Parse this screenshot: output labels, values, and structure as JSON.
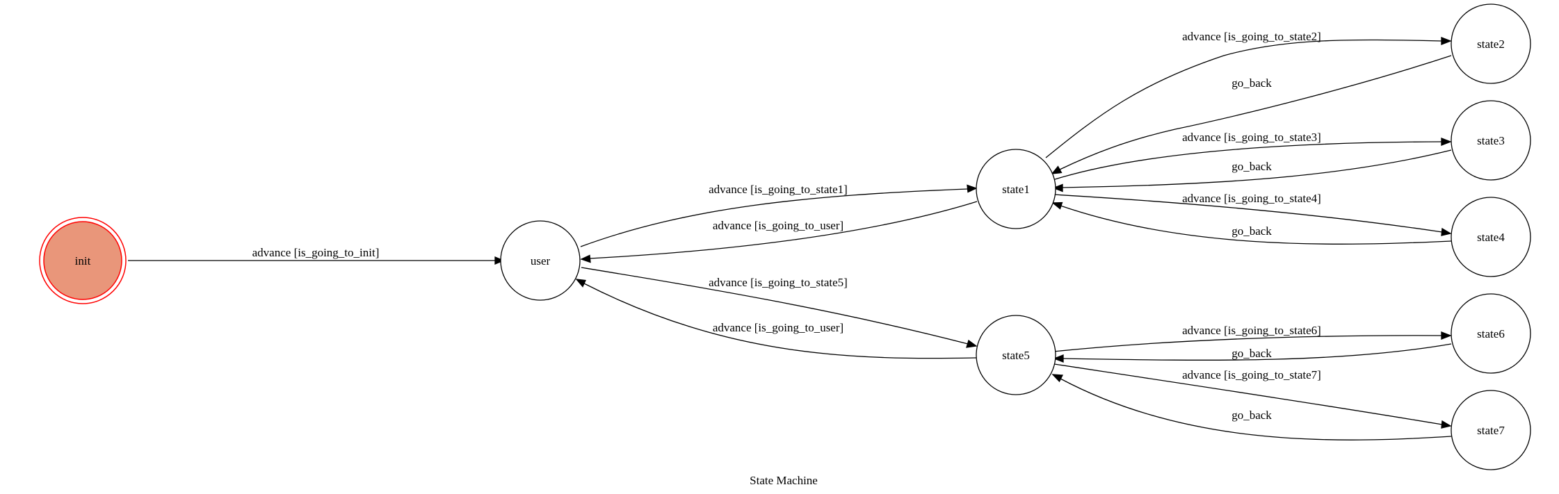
{
  "diagram": {
    "title": "State Machine",
    "colors": {
      "initial_fill": "#e9967a",
      "initial_stroke": "#ff0000",
      "node_stroke": "#000000",
      "edge": "#000000"
    },
    "nodes": {
      "init": "init",
      "user": "user",
      "state1": "state1",
      "state2": "state2",
      "state3": "state3",
      "state4": "state4",
      "state5": "state5",
      "state6": "state6",
      "state7": "state7"
    },
    "edges": {
      "init_user": "advance [is_going_to_init]",
      "user_state1": "advance [is_going_to_state1]",
      "state1_user": "advance [is_going_to_user]",
      "user_state5": "advance [is_going_to_state5]",
      "state5_user": "advance [is_going_to_user]",
      "state1_state2": "advance [is_going_to_state2]",
      "state2_state1": "go_back",
      "state1_state3": "advance [is_going_to_state3]",
      "state3_state1": "go_back",
      "state1_state4": "advance [is_going_to_state4]",
      "state4_state1": "go_back",
      "state5_state6": "advance [is_going_to_state6]",
      "state6_state5": "go_back",
      "state5_state7": "advance [is_going_to_state7]",
      "state7_state5": "go_back"
    }
  }
}
